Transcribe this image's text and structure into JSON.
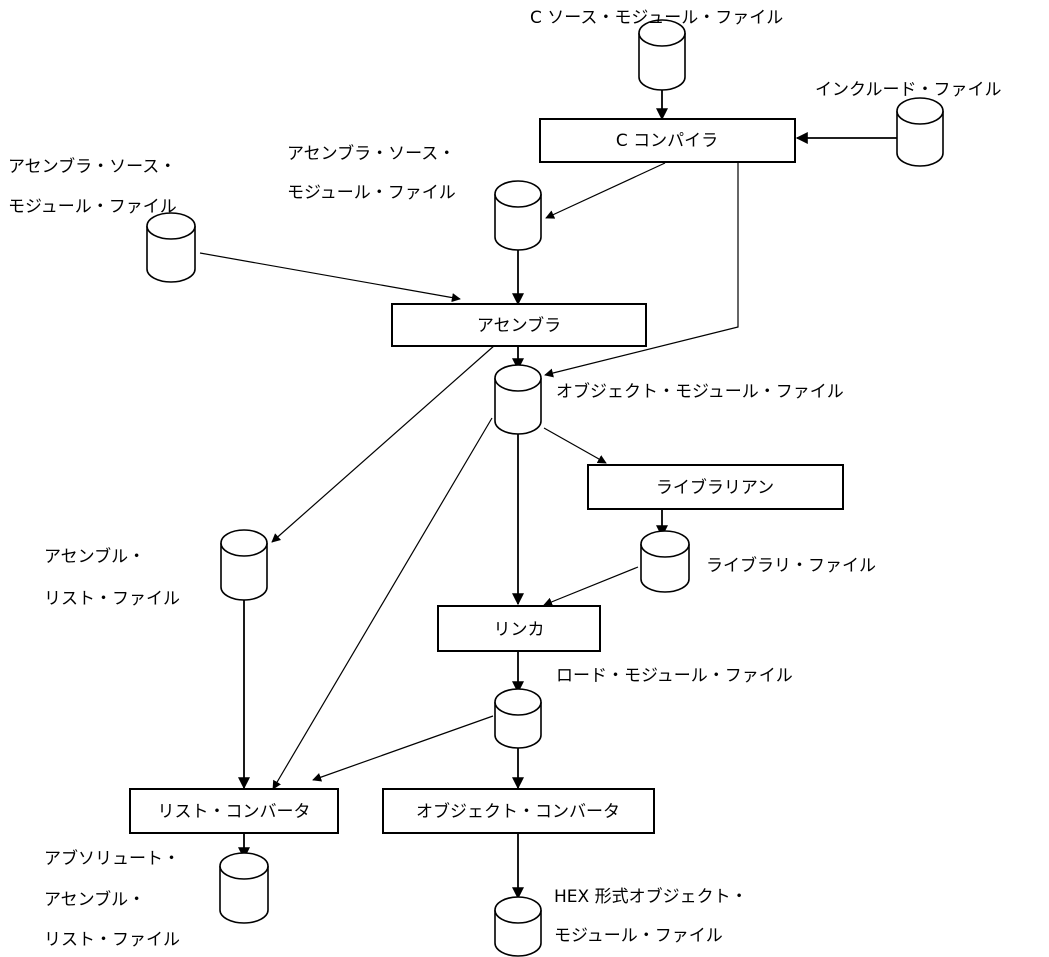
{
  "boxes": {
    "c_compiler": "C コンパイラ",
    "assembler": "アセンブラ",
    "librarian": "ライブラリアン",
    "linker": "リンカ",
    "list_converter": "リスト・コンバータ",
    "object_converter": "オブジェクト・コンバータ"
  },
  "files": {
    "c_source": "C ソース・モジュール・ファイル",
    "include": "インクルード・ファイル",
    "asm_source_left": [
      "アセンブラ・ソース・",
      "モジュール・ファイル"
    ],
    "asm_source_center": [
      "アセンブラ・ソース・",
      "モジュール・ファイル"
    ],
    "object_module": "オブジェクト・モジュール・ファイル",
    "assemble_list": [
      "アセンブル・",
      "リスト・ファイル"
    ],
    "library": "ライブラリ・ファイル",
    "load_module": "ロード・モジュール・ファイル",
    "absolute_list": [
      "アブソリュート・",
      "アセンブル・",
      "リスト・ファイル"
    ],
    "hex_object": [
      "HEX 形式オブジェクト・",
      "モジュール・ファイル"
    ]
  }
}
